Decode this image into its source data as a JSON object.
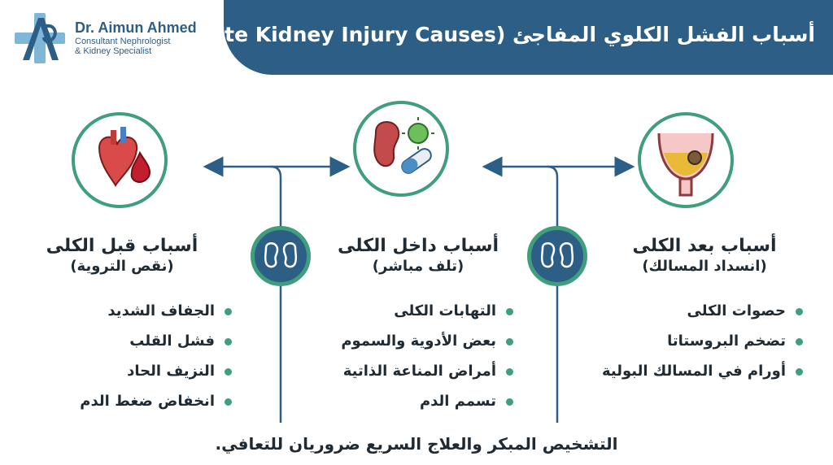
{
  "brand": {
    "name": "Dr. Aimun Ahmed",
    "subtitle_line1": "Consultant Nephrologist",
    "subtitle_line2": "& Kidney Specialist"
  },
  "title": "أسباب الفشل الكلوي المفاجئ (Acute Kidney Injury Causes)",
  "columns": {
    "prerenal": {
      "title": "أسباب قبل الكلى",
      "subtitle": "(نقص التروية)",
      "icon": "heart-icon",
      "items": [
        "الجفاف الشديد",
        "فشل القلب",
        "النزيف الحاد",
        "انخفاض ضغط الدم"
      ]
    },
    "intrinsic": {
      "title": "أسباب داخل الكلى",
      "subtitle": "(تلف مباشر)",
      "icon": "kidney-virus-pill-icon",
      "items": [
        "التهابات الكلى",
        "بعض الأدوية والسموم",
        "أمراض المناعة الذاتية",
        "تسمم الدم"
      ]
    },
    "postrenal": {
      "title": "أسباب بعد الكلى",
      "subtitle": "(انسداد المسالك)",
      "icon": "bladder-stone-icon",
      "items": [
        "حصوات الكلى",
        "تضخم البروستاتا",
        "أورام في المسالك البولية"
      ]
    }
  },
  "footer": "التشخيص المبكر والعلاج السريع ضروريان للتعافي.",
  "colors": {
    "primary": "#2d5f86",
    "accent": "#3f9e7c",
    "text": "#1f2a33"
  }
}
